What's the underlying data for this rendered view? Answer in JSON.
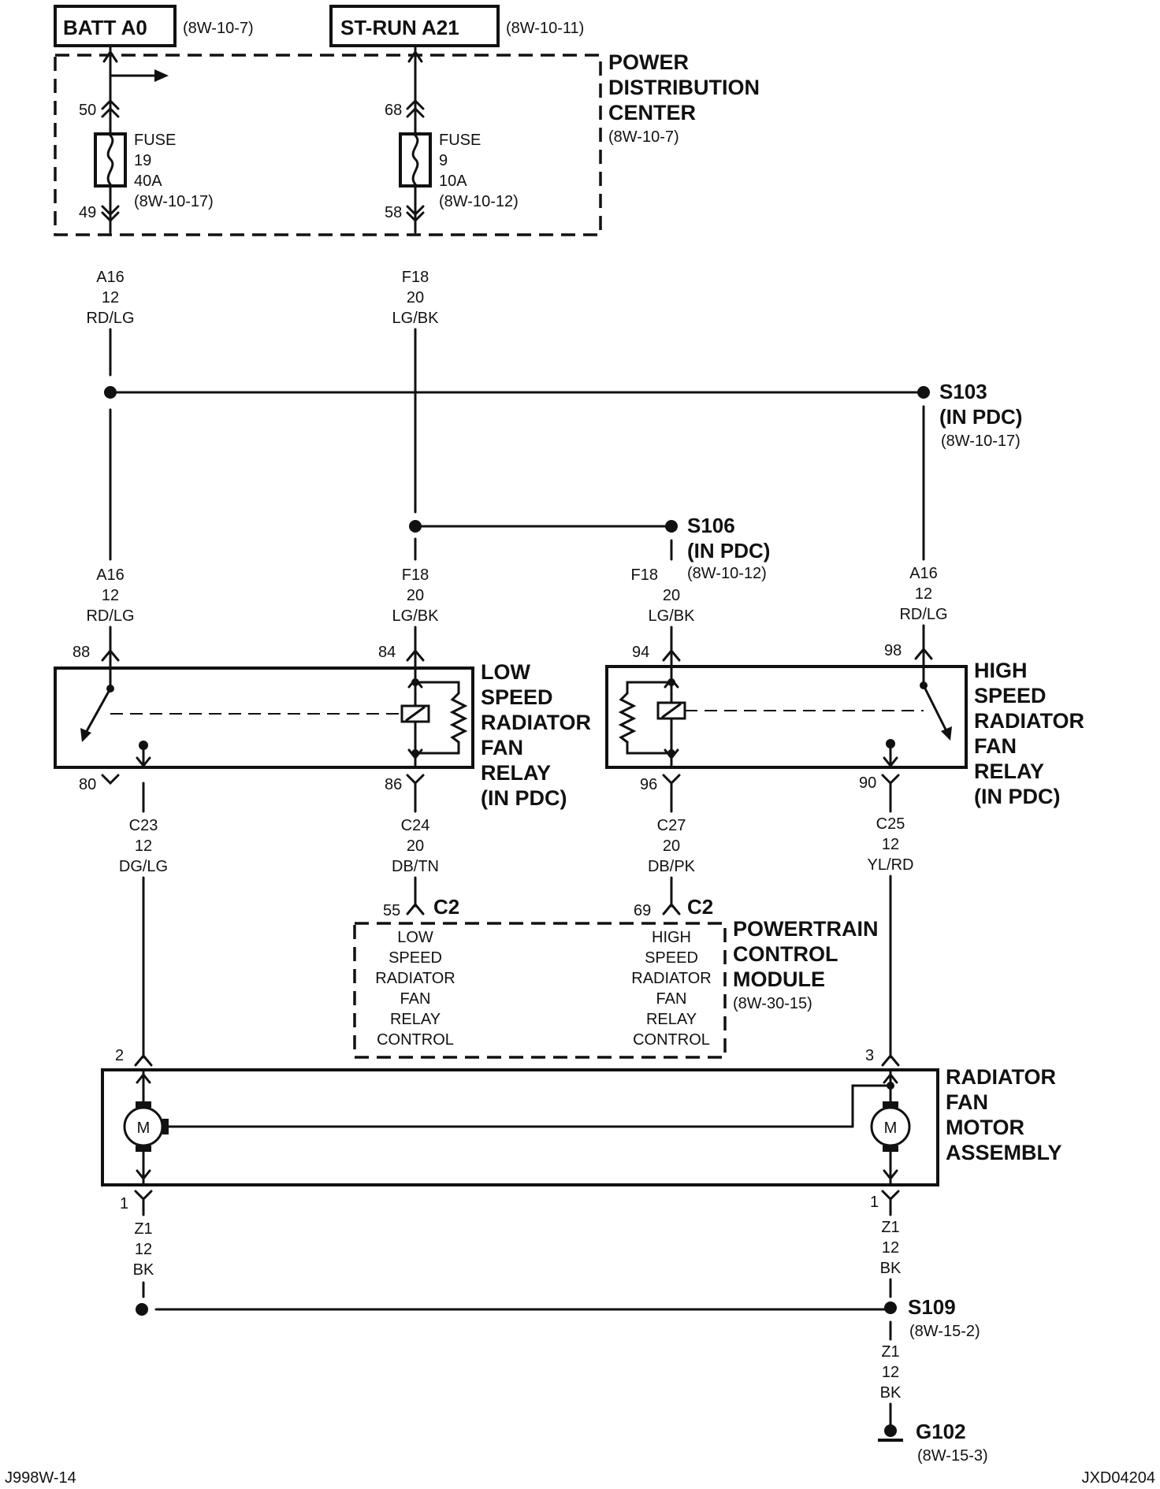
{
  "sources": {
    "batt": {
      "label": "BATT A0",
      "ref": "(8W-10-7)"
    },
    "strun": {
      "label": "ST-RUN A21",
      "ref": "(8W-10-11)"
    }
  },
  "pdc": {
    "title": [
      "POWER",
      "DISTRIBUTION",
      "CENTER"
    ],
    "ref": "(8W-10-7)"
  },
  "fuse19": {
    "in_pin": "50",
    "out_pin": "49",
    "lines": [
      "FUSE",
      "19",
      "40A",
      "(8W-10-17)"
    ]
  },
  "fuse9": {
    "in_pin": "68",
    "out_pin": "58",
    "lines": [
      "FUSE",
      "9",
      "10A",
      "(8W-10-12)"
    ]
  },
  "wires": {
    "a16_top": [
      "A16",
      "12",
      "RD/LG"
    ],
    "f18_top": [
      "F18",
      "20",
      "LG/BK"
    ],
    "a16_left": [
      "A16",
      "12",
      "RD/LG"
    ],
    "f18_mid": [
      "F18",
      "20",
      "LG/BK"
    ],
    "f18_right": [
      "F18",
      "20",
      "LG/BK"
    ],
    "a16_right": [
      "A16",
      "12",
      "RD/LG"
    ],
    "c23": [
      "C23",
      "12",
      "DG/LG"
    ],
    "c24": [
      "C24",
      "20",
      "DB/TN"
    ],
    "c27": [
      "C27",
      "20",
      "DB/PK"
    ],
    "c25": [
      "C25",
      "12",
      "YL/RD"
    ],
    "z1_left": [
      "Z1",
      "12",
      "BK"
    ],
    "z1_right": [
      "Z1",
      "12",
      "BK"
    ],
    "z1_ground": [
      "Z1",
      "12",
      "BK"
    ]
  },
  "splices": {
    "s103": {
      "name": "S103",
      "loc": "(IN PDC)",
      "ref": "(8W-10-17)"
    },
    "s106": {
      "name": "S106",
      "loc": "(IN PDC)",
      "ref": "(8W-10-12)"
    },
    "s109": {
      "name": "S109",
      "ref": "(8W-15-2)"
    },
    "g102": {
      "name": "G102",
      "ref": "(8W-15-3)"
    }
  },
  "low_relay": {
    "pins": {
      "p88": "88",
      "p84": "84",
      "p80": "80",
      "p86": "86"
    },
    "title": [
      "LOW",
      "SPEED",
      "RADIATOR",
      "FAN",
      "RELAY",
      "(IN PDC)"
    ]
  },
  "high_relay": {
    "pins": {
      "p94": "94",
      "p98": "98",
      "p96": "96",
      "p90": "90"
    },
    "title": [
      "HIGH",
      "SPEED",
      "RADIATOR",
      "FAN",
      "RELAY",
      "(IN PDC)"
    ]
  },
  "pcm": {
    "connector": "C2",
    "pin_low": "55",
    "pin_high": "69",
    "low_lines": [
      "LOW",
      "SPEED",
      "RADIATOR",
      "FAN",
      "RELAY",
      "CONTROL"
    ],
    "high_lines": [
      "HIGH",
      "SPEED",
      "RADIATOR",
      "FAN",
      "RELAY",
      "CONTROL"
    ],
    "title": [
      "POWERTRAIN",
      "CONTROL",
      "MODULE"
    ],
    "ref": "(8W-30-15)"
  },
  "motor_assembly": {
    "pin_left_top": "2",
    "pin_right_top": "3",
    "pin_left_bottom": "1",
    "pin_right_bottom": "1",
    "motor_symbol": "M",
    "title": [
      "RADIATOR",
      "FAN",
      "MOTOR",
      "ASSEMBLY"
    ]
  },
  "footer": {
    "left": "J998W-14",
    "right": "JXD04204"
  }
}
